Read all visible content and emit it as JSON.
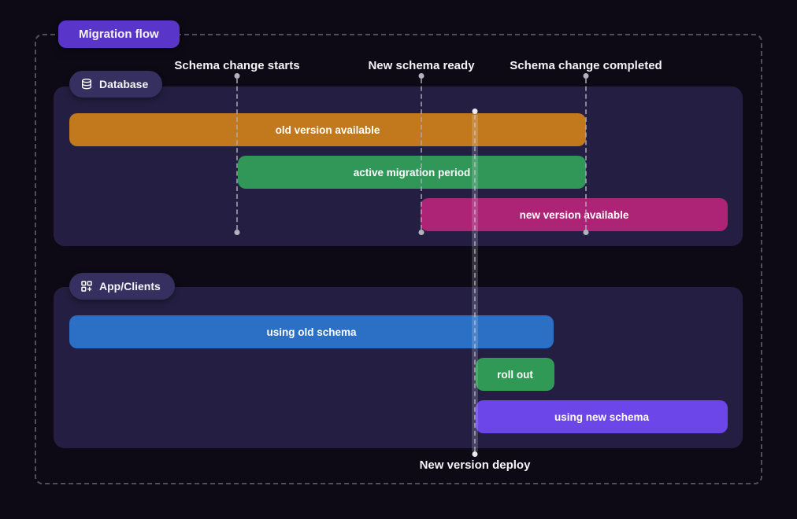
{
  "diagram": {
    "title": "Migration flow",
    "markers": [
      {
        "label": "Schema change starts"
      },
      {
        "label": "New schema ready"
      },
      {
        "label": "Schema change completed"
      }
    ],
    "deploy_marker": {
      "label": "New version deploy"
    },
    "lanes": [
      {
        "name": "Database",
        "icon": "database-icon",
        "bars": [
          {
            "label": "old version available",
            "color": "#c2791e"
          },
          {
            "label": "active migration period",
            "color": "#319759"
          },
          {
            "label": "new version available",
            "color": "#ad2476"
          }
        ]
      },
      {
        "name": "App/Clients",
        "icon": "apps-plus-icon",
        "bars": [
          {
            "label": "using old schema",
            "color": "#2b70c4"
          },
          {
            "label": "roll out",
            "color": "#2f9955"
          },
          {
            "label": "using new schema",
            "color": "#6d46ea"
          }
        ]
      }
    ],
    "colors": {
      "background": "#0d0a15",
      "lane_background": "#241f42",
      "badge_background": "#353060",
      "title_badge_background": "#5a35c9",
      "marker_line": "#aaa9b6",
      "frame_border": "#4f4e5a",
      "text": "#f5f4f8"
    }
  }
}
